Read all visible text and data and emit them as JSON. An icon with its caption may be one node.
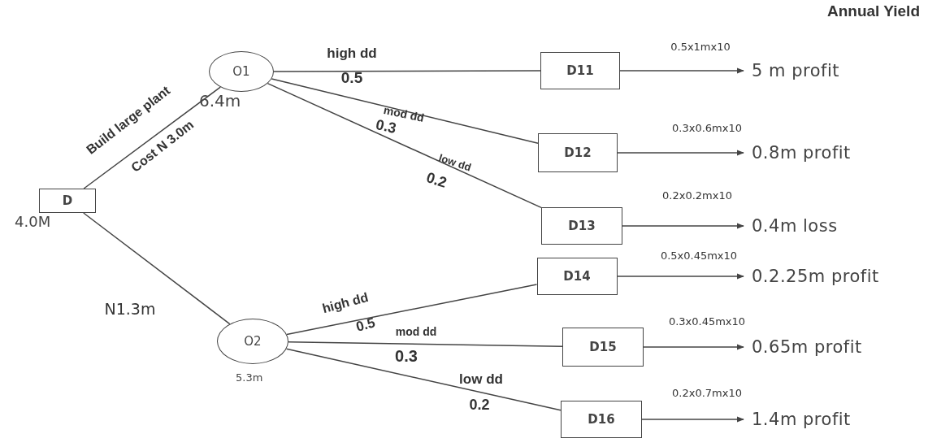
{
  "diagram": {
    "nodes": [
      {
        "text": [
          "D"
        ],
        "beside": [
          "4.0M"
        ]
      },
      {
        "text": [
          "O1"
        ],
        "beside": [
          "6.4m"
        ]
      },
      {
        "text": [
          "O2"
        ],
        "beside": [
          "5.3m"
        ]
      },
      {
        "text": [
          "D11"
        ]
      },
      {
        "text": [
          "D12"
        ]
      },
      {
        "text": [
          "D13"
        ]
      },
      {
        "text": [
          "D14"
        ]
      },
      {
        "text": [
          "D15"
        ]
      },
      {
        "text": [
          "D16"
        ]
      },
      {
        "text": [
          "5 m profit"
        ]
      },
      {
        "text": [
          "0.8m profit"
        ]
      },
      {
        "text": [
          "0.4m loss"
        ]
      },
      {
        "text": [
          "0.2.25m profit"
        ]
      },
      {
        "text": [
          "0.65m profit"
        ]
      },
      {
        "text": [
          "1.4m profit"
        ]
      }
    ],
    "edges": [
      {
        "from": 0,
        "to": 1,
        "arrow": "none",
        "label": "Build large plant"
      },
      {
        "from": 0,
        "to": 2,
        "arrow": "none",
        "label": "N1.3m"
      },
      {
        "from": 1,
        "to": 3,
        "arrow": "none",
        "label": "high dd"
      },
      {
        "from": 1,
        "to": 4,
        "arrow": "none",
        "label": "mod dd"
      },
      {
        "from": 1,
        "to": 5,
        "arrow": "none",
        "label": "low dd"
      },
      {
        "from": 2,
        "to": 6,
        "arrow": "none",
        "label": "high dd"
      },
      {
        "from": 2,
        "to": 7,
        "arrow": "none",
        "label": "mod dd"
      },
      {
        "from": 2,
        "to": 8,
        "arrow": "none",
        "label": "low dd"
      },
      {
        "from": 3,
        "to": 9,
        "arrow": "to",
        "label": "0.5x1mx10"
      },
      {
        "from": 4,
        "to": 10,
        "arrow": "to",
        "label": "0.3x0.6mx10"
      },
      {
        "from": 5,
        "to": 11,
        "arrow": "to",
        "label": "0.2x0.2mx10"
      },
      {
        "from": 6,
        "to": 12,
        "arrow": "to",
        "label": "0.5x0.45mx10"
      },
      {
        "from": 7,
        "to": 13,
        "arrow": "to",
        "label": "0.3x0.45mx10"
      },
      {
        "from": 8,
        "to": 14,
        "arrow": "to",
        "label": "0.2x0.7mx10"
      }
    ],
    "labels": [
      "Annual Yield",
      "Cost N 3.0m",
      "0.5",
      "0.3",
      "0.2",
      "0.5",
      "0.3",
      "0.2"
    ]
  }
}
